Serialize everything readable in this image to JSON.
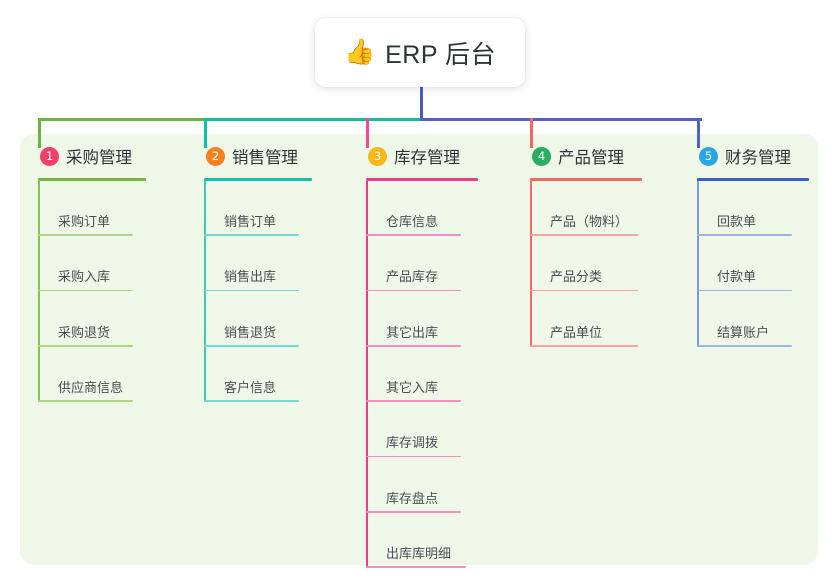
{
  "root": {
    "icon": "thumbs-up-emoji",
    "emoji": "👍",
    "title": "ERP 后台"
  },
  "colors": {
    "panel_bg": "#eff7e9",
    "page_bg": "#ffffff",
    "root_stem": "#4a57c4",
    "bus_left": "#6cb33f",
    "bus_mid": "#11bfa3",
    "bus_right": "#5260cc",
    "text": "#2f3437",
    "item_text": "#4a4f52"
  },
  "columns": [
    {
      "index": "1",
      "title": "采购管理",
      "badge_color": "#f2406a",
      "rule_color": "#7cb342",
      "spine_color": "#8cc152",
      "item_rule_color": "#aed581",
      "drop_color": "#6cb33f",
      "items": [
        {
          "label": "采购订单"
        },
        {
          "label": "采购入库"
        },
        {
          "label": "采购退货"
        },
        {
          "label": "供应商信息"
        }
      ]
    },
    {
      "index": "2",
      "title": "销售管理",
      "badge_color": "#f58220",
      "rule_color": "#17c0ad",
      "spine_color": "#3fc9bb",
      "item_rule_color": "#73d8cd",
      "drop_color": "#11bfa3",
      "items": [
        {
          "label": "销售订单"
        },
        {
          "label": "销售出库"
        },
        {
          "label": "销售退货"
        },
        {
          "label": "客户信息"
        }
      ]
    },
    {
      "index": "3",
      "title": "库存管理",
      "badge_color": "#fbb713",
      "rule_color": "#ee3d8f",
      "spine_color": "#ec3c8e",
      "item_rule_color": "#f28fbe",
      "drop_color": "#ee4d96",
      "items": [
        {
          "label": "仓库信息"
        },
        {
          "label": "产品库存"
        },
        {
          "label": "其它出库"
        },
        {
          "label": "其它入库"
        },
        {
          "label": "库存调拨"
        },
        {
          "label": "库存盘点"
        },
        {
          "label": "出库库明细"
        }
      ]
    },
    {
      "index": "4",
      "title": "产品管理",
      "badge_color": "#27ae60",
      "rule_color": "#f4695f",
      "spine_color": "#f4695f",
      "item_rule_color": "#f6a49d",
      "drop_color": "#f4695f",
      "items": [
        {
          "label": "产品（物料）"
        },
        {
          "label": "产品分类"
        },
        {
          "label": "产品单位"
        }
      ]
    },
    {
      "index": "5",
      "title": "财务管理",
      "badge_color": "#29a6e8",
      "rule_color": "#3b5fc0",
      "spine_color": "#7d9ad8",
      "item_rule_color": "#9db3e0",
      "drop_color": "#5260cc",
      "items": [
        {
          "label": "回款单"
        },
        {
          "label": "付款单"
        },
        {
          "label": "结算账户"
        }
      ]
    }
  ]
}
